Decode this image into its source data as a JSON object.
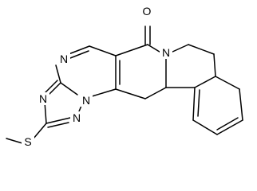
{
  "molecule": {
    "atoms": {
      "oxygen": "O",
      "n_pyrimidine_top": "N",
      "n_triazole_left": "N",
      "n_triazole_bottom": "N",
      "n_bridgehead": "N",
      "n_quinolizine": "N",
      "sulfur": "S"
    }
  }
}
